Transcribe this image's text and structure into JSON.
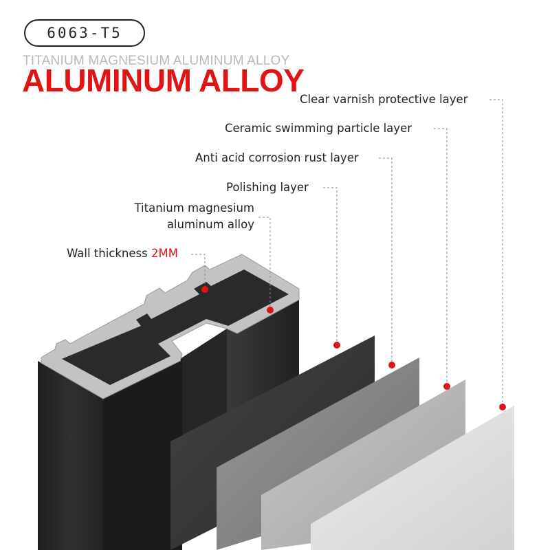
{
  "badge": {
    "text": "6063-T5"
  },
  "subtitle": "TITANIUM MAGNESIUM ALUMINUM ALLOY",
  "title": "ALUMINUM ALLOY",
  "layers": {
    "clear_varnish": "Clear varnish protective layer",
    "ceramic": "Ceramic swimming particle layer",
    "anti_acid": "Anti acid corrosion rust layer",
    "polishing": "Polishing layer",
    "alloy_line1": "Titanium magnesium",
    "alloy_line2": "aluminum alloy",
    "wall_prefix": "Wall thickness ",
    "wall_value": "2MM"
  },
  "colors": {
    "accent": "#e01414",
    "profile_dark": "#2b2b2d",
    "profile_edge": "#bfbfbf",
    "layer_1": "#3a3a3c",
    "layer_2": "#8a8a8a",
    "layer_3": "#b8b8b8",
    "layer_4": "#dedede"
  }
}
